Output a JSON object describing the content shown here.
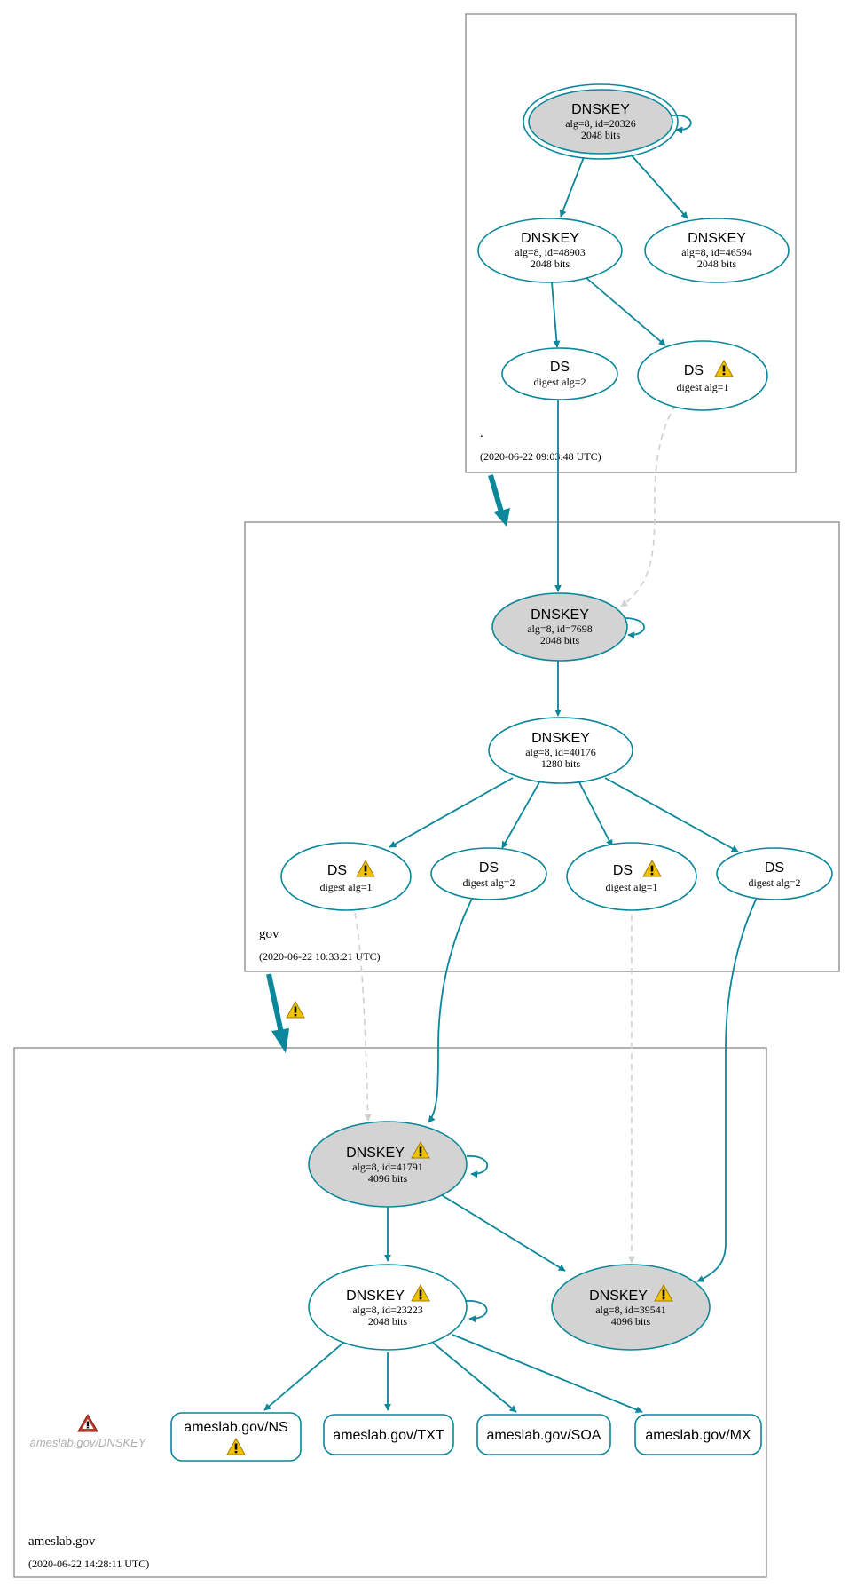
{
  "colors": {
    "edge": "#0a879a",
    "dashed": "#d0d0d0",
    "sep_fill": "#d3d3d3",
    "node_fill": "#ffffff",
    "warn": "#f2c200",
    "error": "#c0392b"
  },
  "zones": {
    "root": {
      "name": ".",
      "timestamp": "(2020-06-22 09:03:48 UTC)"
    },
    "gov": {
      "name": "gov",
      "timestamp": "(2020-06-22 10:33:21 UTC)"
    },
    "ameslab": {
      "name": "ameslab.gov",
      "timestamp": "(2020-06-22 14:28:11 UTC)"
    }
  },
  "nodes": {
    "root_ksk": {
      "title": "DNSKEY",
      "line1": "alg=8, id=20326",
      "line2": "2048 bits"
    },
    "root_zsk1": {
      "title": "DNSKEY",
      "line1": "alg=8, id=48903",
      "line2": "2048 bits"
    },
    "root_zsk2": {
      "title": "DNSKEY",
      "line1": "alg=8, id=46594",
      "line2": "2048 bits"
    },
    "root_ds1": {
      "title": "DS",
      "line1": "digest alg=2"
    },
    "root_ds2": {
      "title": "DS",
      "line1": "digest alg=1"
    },
    "gov_ksk": {
      "title": "DNSKEY",
      "line1": "alg=8, id=7698",
      "line2": "2048 bits"
    },
    "gov_zsk": {
      "title": "DNSKEY",
      "line1": "alg=8, id=40176",
      "line2": "1280 bits"
    },
    "gov_ds1": {
      "title": "DS",
      "line1": "digest alg=1"
    },
    "gov_ds2": {
      "title": "DS",
      "line1": "digest alg=2"
    },
    "gov_ds3": {
      "title": "DS",
      "line1": "digest alg=1"
    },
    "gov_ds4": {
      "title": "DS",
      "line1": "digest alg=2"
    },
    "ames_ksk1": {
      "title": "DNSKEY",
      "line1": "alg=8, id=41791",
      "line2": "4096 bits"
    },
    "ames_zsk": {
      "title": "DNSKEY",
      "line1": "alg=8, id=23223",
      "line2": "2048 bits"
    },
    "ames_ksk2": {
      "title": "DNSKEY",
      "line1": "alg=8, id=39541",
      "line2": "4096 bits"
    }
  },
  "rrsets": {
    "ns": "ameslab.gov/NS",
    "txt": "ameslab.gov/TXT",
    "soa": "ameslab.gov/SOA",
    "mx": "ameslab.gov/MX"
  },
  "errors": {
    "dnskey": "ameslab.gov/DNSKEY"
  }
}
